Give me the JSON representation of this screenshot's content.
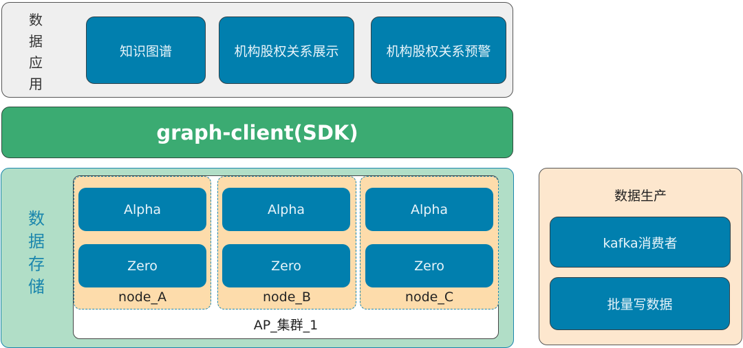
{
  "app_layer": {
    "label": "数据应用",
    "label_chars": [
      "数",
      "据",
      "应",
      "用"
    ],
    "apps": [
      "知识图谱",
      "机构股权关系展示",
      "机构股权关系预警"
    ]
  },
  "sdk_layer": {
    "label": "graph-client(SDK)"
  },
  "storage_layer": {
    "label": "数据存储",
    "label_chars": [
      "数",
      "据",
      "存",
      "储"
    ],
    "cluster": {
      "label": "AP_集群_1",
      "nodes": [
        {
          "name": "node_A",
          "services": [
            "Alpha",
            "Zero"
          ]
        },
        {
          "name": "node_B",
          "services": [
            "Alpha",
            "Zero"
          ]
        },
        {
          "name": "node_C",
          "services": [
            "Alpha",
            "Zero"
          ]
        }
      ]
    }
  },
  "producer": {
    "title": "数据生产",
    "items": [
      "kafka消费者",
      "批量写数据"
    ]
  },
  "colors": {
    "service_blue": "#017fae",
    "sdk_green": "#3bab72",
    "storage_green": "#b1dec7",
    "node_orange": "#fddcab",
    "producer_peach": "#fde7ce",
    "app_gray": "#efefef"
  }
}
